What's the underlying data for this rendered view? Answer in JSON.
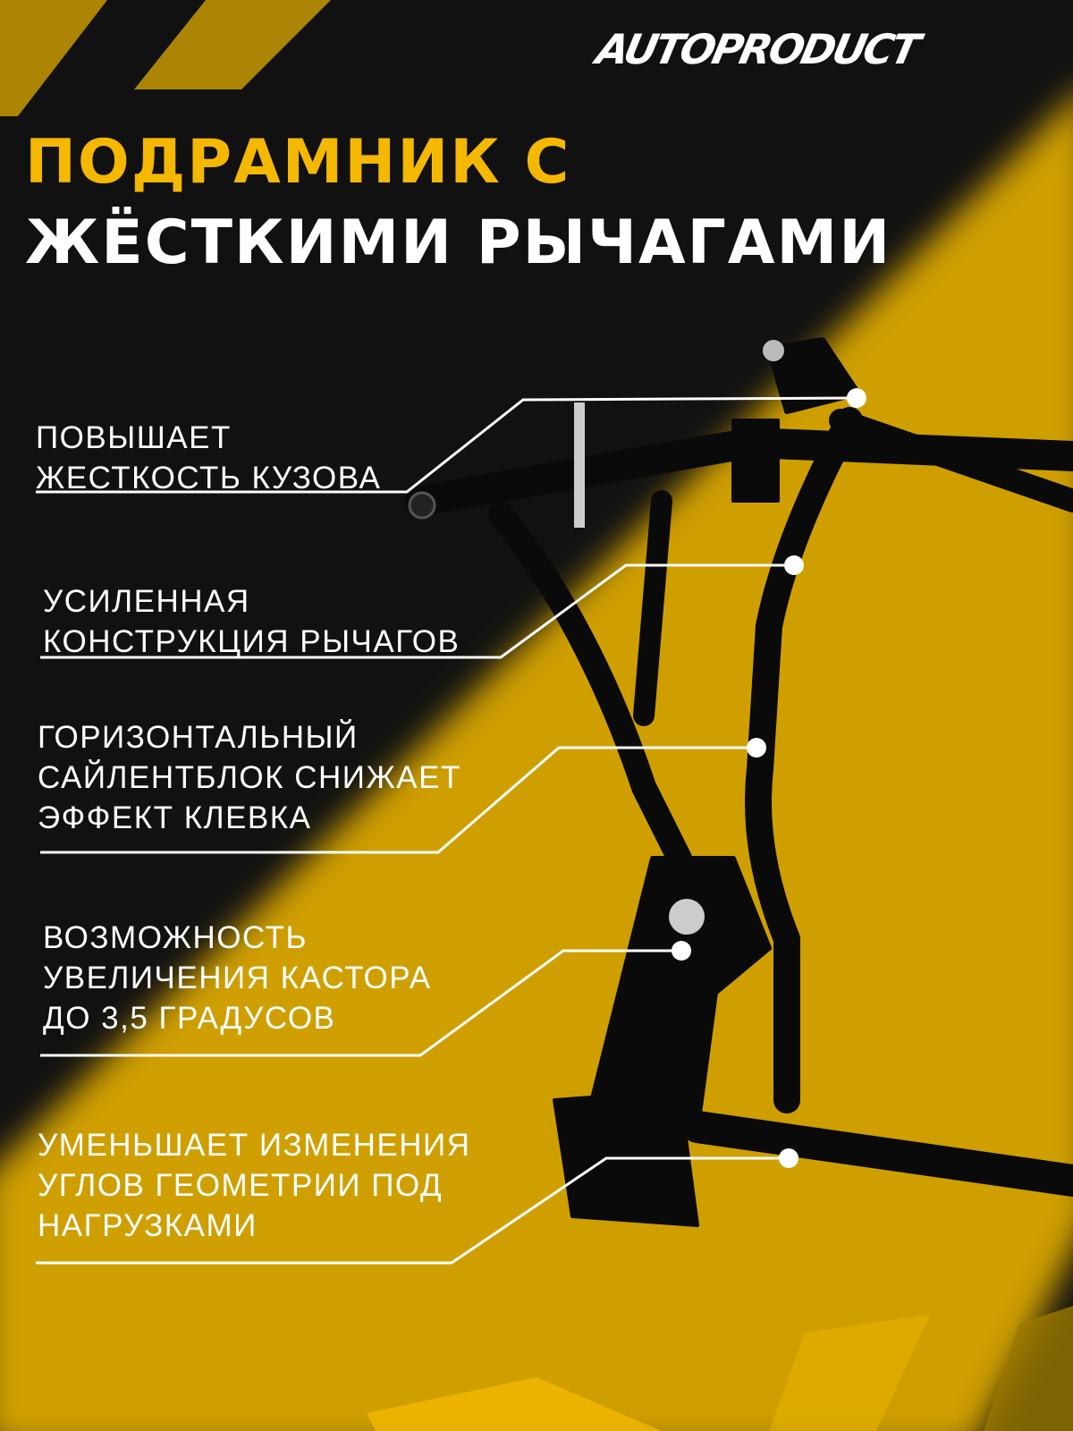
{
  "brand": {
    "logo": "AUTOPRODUCT"
  },
  "title": {
    "line1": "ПОДРАМНИК С",
    "line2": "ЖЁСТКИМИ РЫЧАГАМИ"
  },
  "colors": {
    "accent": "#f5b800",
    "band": "#cf9f00",
    "background": "#0e0e0e",
    "text": "#ffffff"
  },
  "features": [
    {
      "lines": [
        "ПОВЫШАЕТ",
        "ЖЕСТКОСТЬ КУЗОВА"
      ]
    },
    {
      "lines": [
        "УСИЛЕННАЯ",
        "КОНСТРУКЦИЯ РЫЧАГОВ"
      ]
    },
    {
      "lines": [
        "ГОРИЗОНТАЛЬНЫЙ",
        "САЙЛЕНТБЛОК СНИЖАЕТ",
        "ЭФФЕКТ КЛЕВКА"
      ]
    },
    {
      "lines": [
        "ВОЗМОЖНОСТЬ",
        "УВЕЛИЧЕНИЯ КАСТОРА",
        "ДО 3,5 ГРАДУСОВ"
      ]
    },
    {
      "lines": [
        "УМЕНЬШАЕТ ИЗМЕНЕНИЯ",
        "УГЛОВ ГЕОМЕТРИИ ПОД",
        "НАГРУЗКАМИ"
      ]
    }
  ]
}
